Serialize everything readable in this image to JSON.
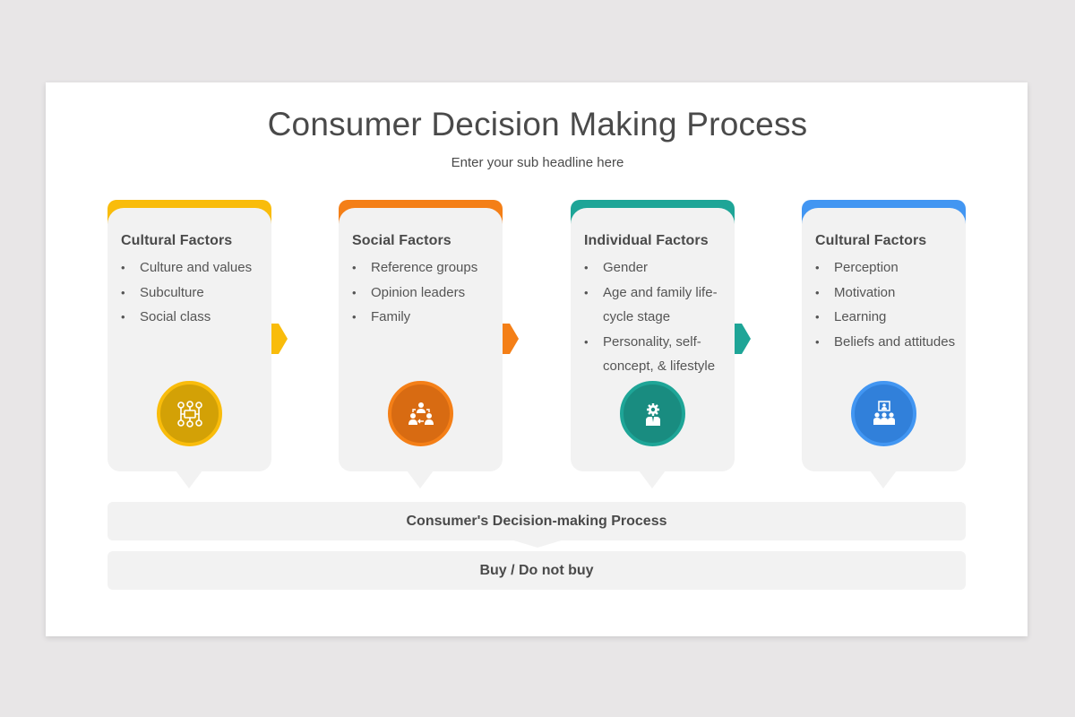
{
  "slide": {
    "title": "Consumer Decision Making Process",
    "subtitle": "Enter your sub headline here"
  },
  "colors": {
    "yellow": "#f9bc0b",
    "yellow_dark": "#d3a106",
    "orange": "#f47f17",
    "orange_dark": "#d86b12",
    "teal": "#1ea597",
    "teal_dark": "#198c80",
    "blue": "#4296f2",
    "blue_dark": "#3180da",
    "card_bg": "#f2f2f2",
    "text": "#4a4a4a"
  },
  "cards": [
    {
      "heading": "Cultural Factors",
      "items": [
        "Culture and values",
        "Subculture",
        "Social class"
      ],
      "icon": "network-icon",
      "color": "yellow"
    },
    {
      "heading": "Social Factors",
      "items": [
        "Reference groups",
        "Opinion leaders",
        "Family"
      ],
      "icon": "group-exchange-icon",
      "color": "orange"
    },
    {
      "heading": "Individual Factors",
      "items": [
        "Gender",
        "Age and family life-cycle stage",
        "Personality, self-concept, & lifestyle"
      ],
      "icon": "person-gear-icon",
      "color": "teal"
    },
    {
      "heading": "Cultural Factors",
      "items": [
        "Perception",
        "Motivation",
        "Learning",
        "Beliefs and attitudes"
      ],
      "icon": "presentation-audience-icon",
      "color": "blue"
    }
  ],
  "process_bar": {
    "label": "Consumer's Decision-making Process"
  },
  "outcome_bar": {
    "label": "Buy / Do not buy"
  }
}
